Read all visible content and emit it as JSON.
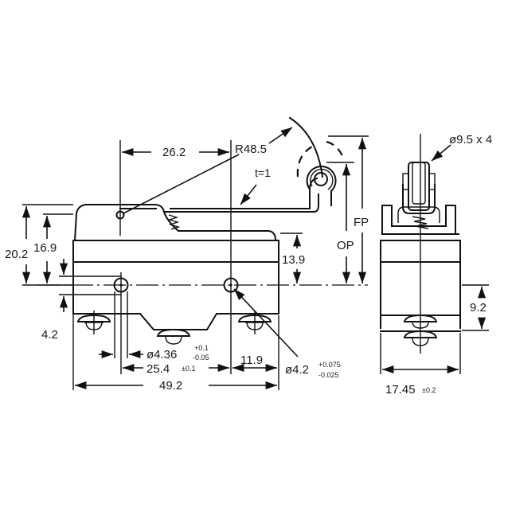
{
  "drawing": {
    "subject": "Roller lever micro switch dimension drawing",
    "units": "mm",
    "line_color": "#111111",
    "background": "#ffffff"
  },
  "front_view": {
    "dim_lever_pivot_to_actuator": "26.2",
    "radius_label": "R48.5",
    "lever_thickness": "t=1",
    "height_total": "20.2",
    "height_to_pivot": "16.9",
    "mount_offset": "4.2",
    "body_right_step": "13.9",
    "op_label": "OP",
    "fp_label": "FP",
    "hole_left": {
      "label": "ø4.36",
      "tol_plus": "+0.1",
      "tol_minus": "-0.05"
    },
    "hole_spacing": {
      "label": "25.4",
      "tol": "±0.1"
    },
    "overall_length": "49.2",
    "right_hole_to_edge": "11.9",
    "hole_right": {
      "label": "ø4.2",
      "tol_plus": "+0.075",
      "tol_minus": "-0.025"
    }
  },
  "side_view": {
    "roller_label": "ø9.5 x 4",
    "terminal_height": "9.2",
    "width": {
      "label": "17.45",
      "tol": "±0.2"
    }
  }
}
